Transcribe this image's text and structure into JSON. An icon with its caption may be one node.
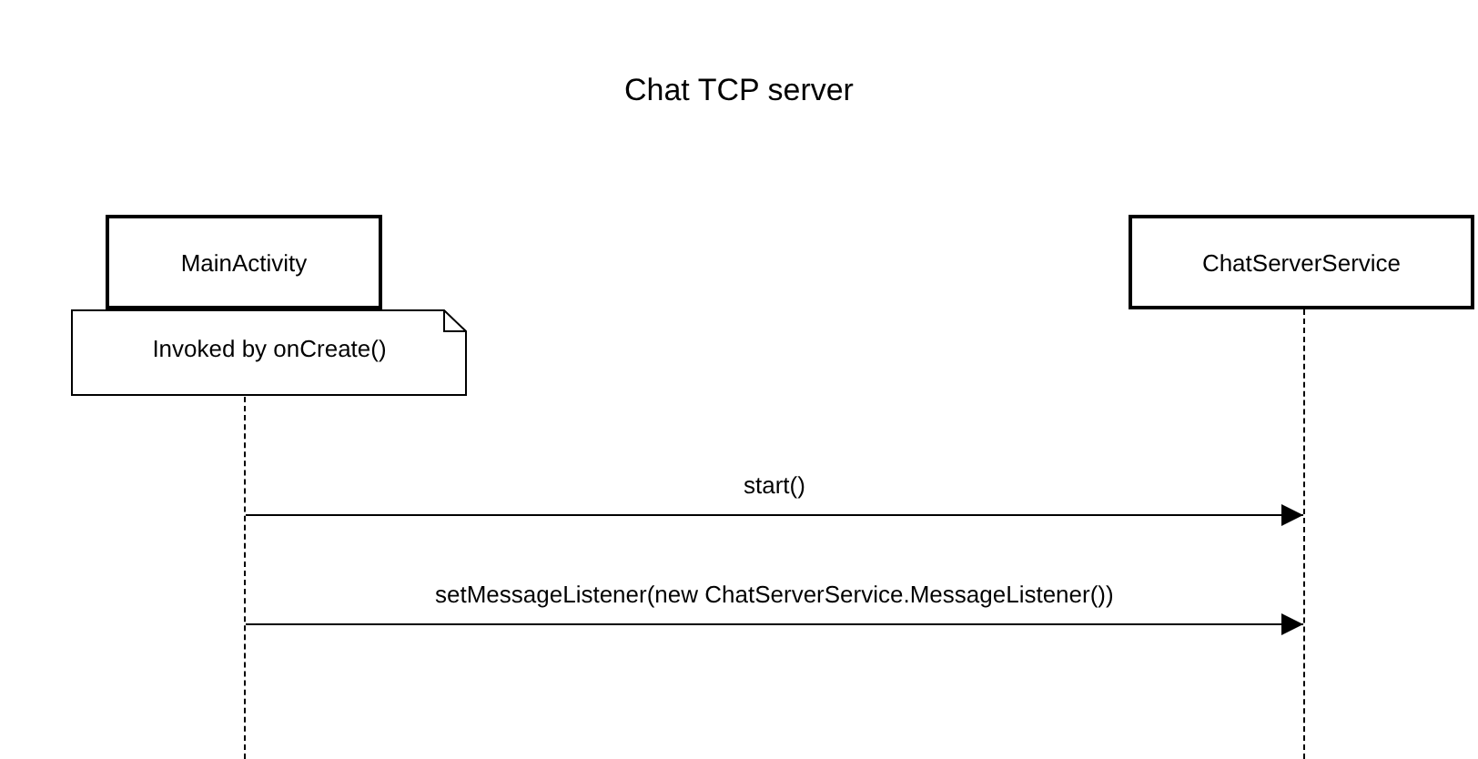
{
  "diagram": {
    "title": "Chat TCP server",
    "nodes": [
      {
        "text": [
          "MainActivity"
        ]
      },
      {
        "text": [
          "ChatServerService"
        ]
      },
      {
        "text": [
          "Invoked by onCreate()"
        ]
      },
      {
        "text": [],
        "shape": "bar"
      },
      {
        "text": [],
        "shape": "bar"
      }
    ],
    "edges": [
      {
        "from": 3,
        "to": 4,
        "arrow": "to",
        "label": "start()"
      },
      {
        "from": 3,
        "to": 4,
        "arrow": "to",
        "label": "setMessageListener(new ChatServerService.MessageListener())"
      }
    ]
  }
}
